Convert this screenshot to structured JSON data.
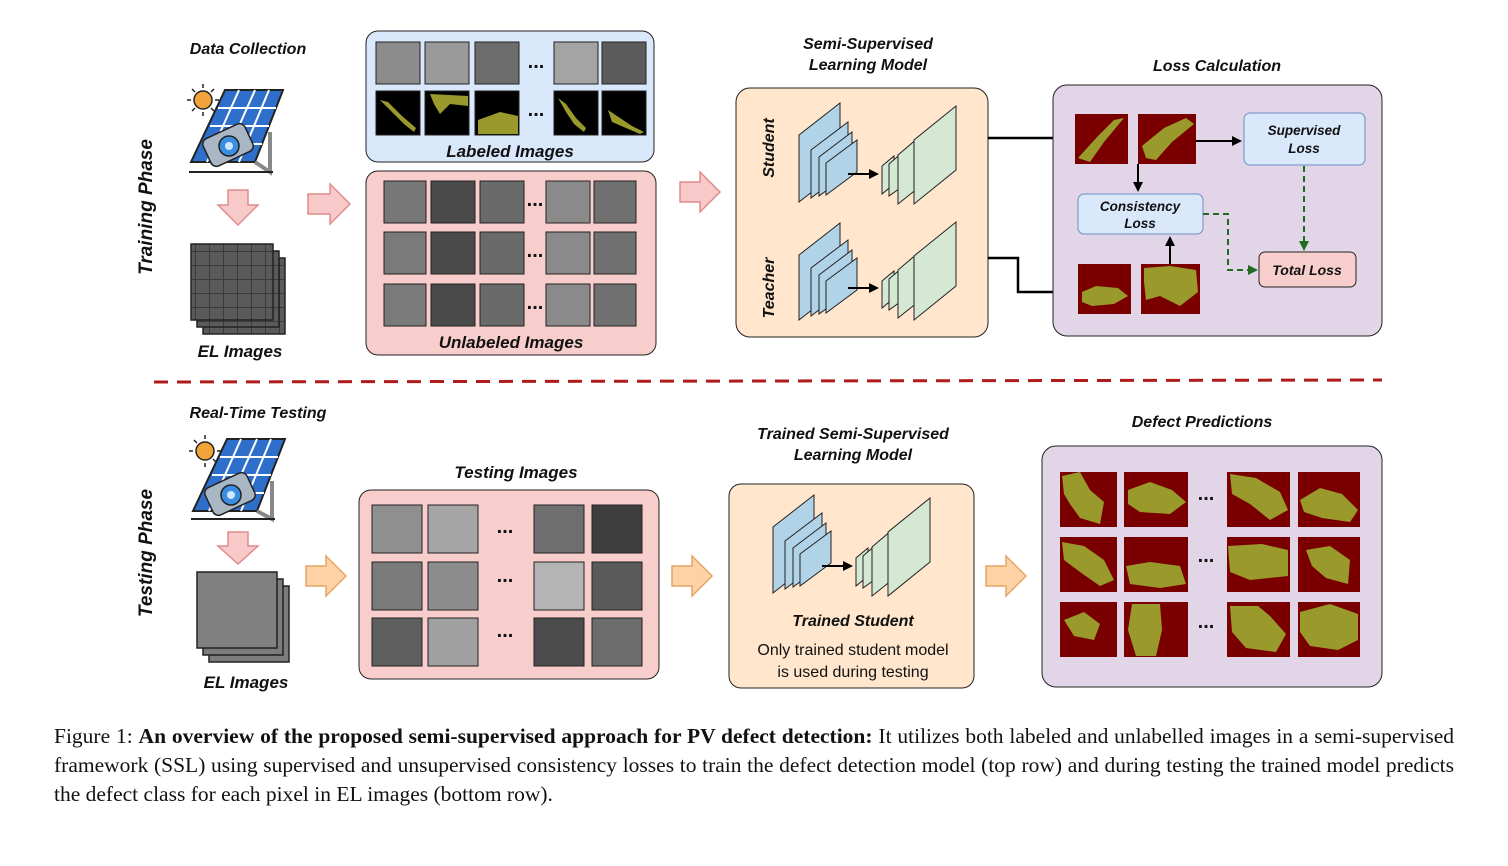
{
  "training": {
    "phase_label": "Training Phase",
    "data_collection_title": "Data Collection",
    "el_images_label": "EL Images",
    "labeled_images_label": "Labeled Images",
    "unlabeled_images_label": "Unlabeled Images",
    "model_title_line1": "Semi-Supervised",
    "model_title_line2": "Learning Model",
    "student_label": "Student",
    "teacher_label": "Teacher",
    "loss_title": "Loss Calculation",
    "supervised_loss_line1": "Supervised",
    "supervised_loss_line2": "Loss",
    "consistency_loss_line1": "Consistency",
    "consistency_loss_line2": "Loss",
    "total_loss_label": "Total Loss",
    "ellipsis": "..."
  },
  "testing": {
    "phase_label": "Testing Phase",
    "real_time_title": "Real-Time Testing",
    "el_images_label": "EL Images",
    "testing_images_label": "Testing Images",
    "model_title_line1": "Trained Semi-Supervised",
    "model_title_line2": "Learning Model",
    "trained_student_label": "Trained Student",
    "note_line1": "Only trained student model",
    "note_line2": "is used during testing",
    "predictions_title": "Defect Predictions",
    "ellipsis": "..."
  },
  "caption": {
    "prefix": "Figure 1: ",
    "bold": "An overview of the proposed semi-supervised approach for PV defect detection:",
    "rest": " It utilizes both labeled and unlabelled images in a semi-supervised framework (SSL) using supervised and unsupervised consistency losses to train the defect detection model (top row) and during testing the trained model predicts the defect class for each pixel in EL images (bottom row)."
  },
  "colors": {
    "labeled_bg": "#dae8fc",
    "unlabeled_bg": "#f8cecc",
    "model_bg": "#ffe6cc",
    "loss_bg": "#e1d5e7",
    "defect_red": "#7a0000",
    "defect_olive": "#9a9a2c",
    "encoder_blue": "#b1d3e7",
    "decoder_green": "#d5e8d4",
    "separator": "#b01c1c"
  }
}
